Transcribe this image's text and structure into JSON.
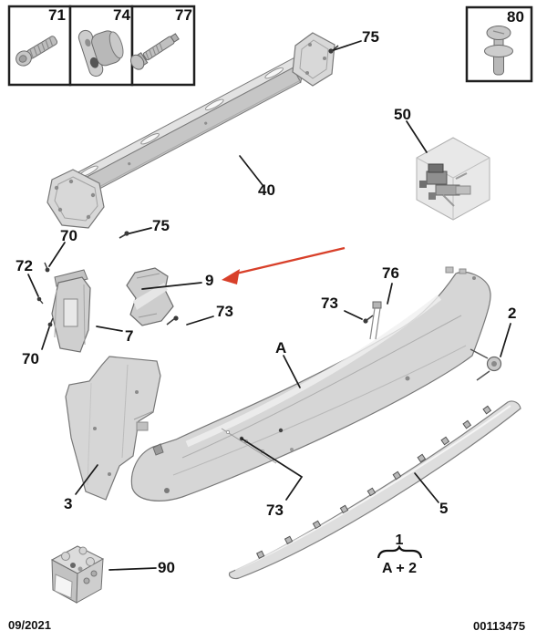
{
  "colors": {
    "arrow_red": "#d8402a",
    "line_black": "#1a1a1a"
  },
  "fastener_boxes": [
    {
      "number": "71",
      "icon": "screw-icon"
    },
    {
      "number": "74",
      "icon": "grommet-icon"
    },
    {
      "number": "77",
      "icon": "flange-bolt-icon"
    },
    {
      "number": "80",
      "icon": "rivet-icon"
    }
  ],
  "callouts": {
    "ref75_top": "75",
    "ref40": "40",
    "ref50": "50",
    "ref75_left": "75",
    "ref70_upper": "70",
    "ref72": "72",
    "ref9": "9",
    "ref73_bracket": "73",
    "ref70_lower": "70",
    "ref7": "7",
    "ref76": "76",
    "ref73_mid": "73",
    "ref2": "2",
    "refA": "A",
    "ref3": "3",
    "ref73_bottom": "73",
    "ref5": "5",
    "ref90": "90"
  },
  "formula": {
    "numerator": "1",
    "denominator": "A + 2"
  },
  "footer": {
    "date_code": "09/2021",
    "document_number": "00113475"
  }
}
